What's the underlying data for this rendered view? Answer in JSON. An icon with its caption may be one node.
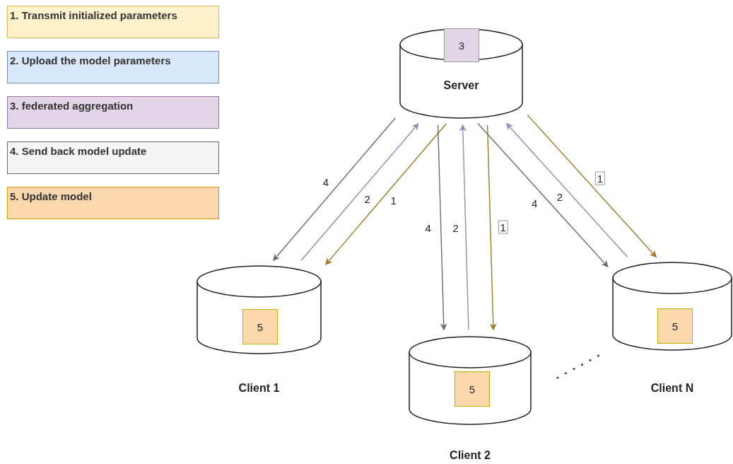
{
  "diagram": {
    "nodes": [
      {
        "text": [
          "Server"
        ]
      },
      {
        "text": [
          "3"
        ],
        "in": 0
      },
      {
        "text": [
          "Client 1"
        ]
      },
      {
        "text": [
          "5"
        ],
        "in": 2
      },
      {
        "text": [
          "Client 2"
        ]
      },
      {
        "text": [
          "5"
        ],
        "in": 4
      },
      {
        "text": [
          "Client N"
        ]
      },
      {
        "text": [
          "5"
        ],
        "in": 6
      }
    ],
    "edges": [
      {
        "from": 0,
        "to": 2,
        "arrow": "to",
        "label": "1",
        "color": "#9a7a22"
      },
      {
        "from": 2,
        "to": 0,
        "arrow": "to",
        "label": "2",
        "color": "#8f8db5"
      },
      {
        "from": 0,
        "to": 2,
        "arrow": "to",
        "label": "4",
        "color": "#6b6b6b"
      },
      {
        "from": 0,
        "to": 4,
        "arrow": "to",
        "label": "1",
        "color": "#9a7a22"
      },
      {
        "from": 4,
        "to": 0,
        "arrow": "to",
        "label": "2",
        "color": "#8f8db5"
      },
      {
        "from": 0,
        "to": 4,
        "arrow": "to",
        "label": "4",
        "color": "#6b6b6b"
      },
      {
        "from": 0,
        "to": 6,
        "arrow": "to",
        "label": "1",
        "color": "#9a7a22"
      },
      {
        "from": 6,
        "to": 0,
        "arrow": "to",
        "label": "2",
        "color": "#8f8db5"
      },
      {
        "from": 0,
        "to": 6,
        "arrow": "to",
        "label": "4",
        "color": "#6b6b6b"
      }
    ],
    "legend": [
      {
        "text": "1. Transmit initialized parameters",
        "color": "#fff2cc"
      },
      {
        "text": "2. Upload the model parameters",
        "color": "#dae8fc"
      },
      {
        "text": "3. federated aggregation",
        "color": "#e1d5e7"
      },
      {
        "text": "4. Send back model update",
        "color": "#f5f5f5"
      },
      {
        "text": "5. Update model",
        "color": "#fad7ac"
      }
    ]
  }
}
